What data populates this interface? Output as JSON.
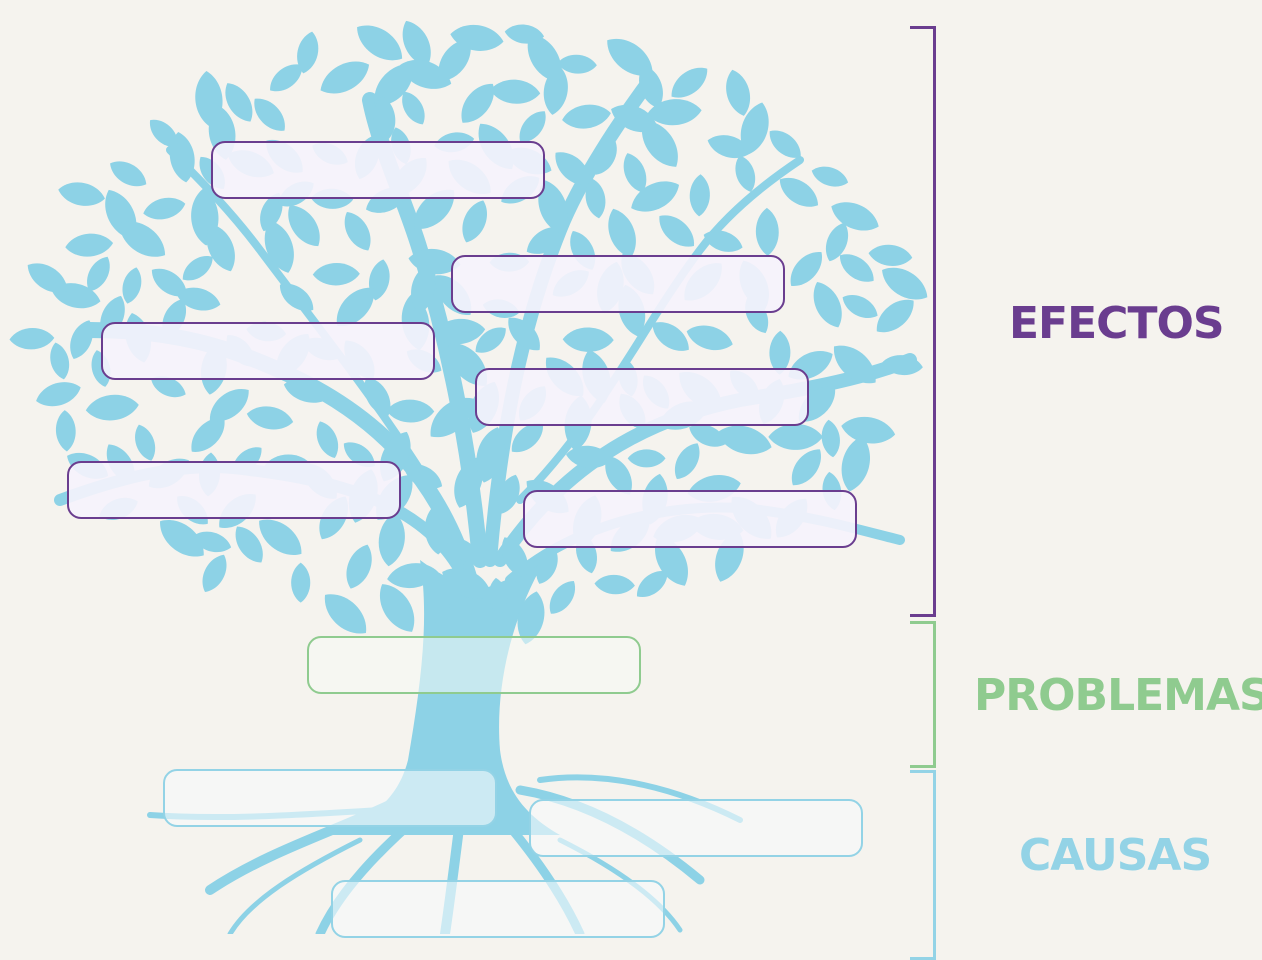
{
  "sections": {
    "effects": {
      "label": "EFECTOS",
      "color": "#6a3d8f"
    },
    "problems": {
      "label": "PROBLEMAS",
      "color": "#8fcb8f"
    },
    "causes": {
      "label": "CAUSAS",
      "color": "#93d3e6"
    }
  },
  "tree": {
    "leaf_color": "#8dd2e6",
    "trunk_color": "#8dd2e6"
  },
  "boxes": {
    "effects": [
      "",
      "",
      "",
      "",
      "",
      ""
    ],
    "problems": [
      ""
    ],
    "causes": [
      "",
      "",
      ""
    ]
  }
}
